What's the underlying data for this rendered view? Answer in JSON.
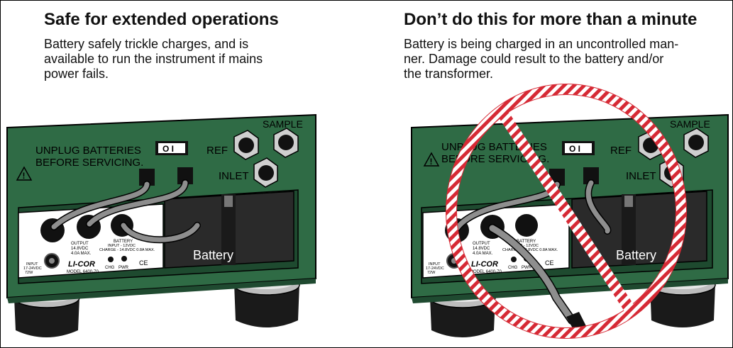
{
  "left": {
    "title": "Safe for extended operations",
    "description_lines": [
      "Battery safely trickle charges, and is",
      "available to run the instrument if mains",
      "power fails."
    ]
  },
  "right": {
    "title": "Don’t do this for more than a minute",
    "description_lines": [
      "Battery is being charged in an uncontrolled man-",
      "ner. Damage could result to the battery and/or",
      "the transformer."
    ]
  },
  "device": {
    "warning_line1": "UNPLUG BATTERIES",
    "warning_line2": "BEFORE SERVICING.",
    "switch_label": "O I",
    "ref_label": "REF",
    "sample_label": "SAMPLE",
    "inlet_label": "INLET",
    "battery_label": "Battery",
    "output_label": "OUTPUT",
    "output_spec1": "14.8VDC",
    "output_spec2": "4.0A MAX.",
    "battery_port_label": "BATTERY",
    "battery_port_spec1": "INPUT - 12VDC",
    "battery_port_spec2": "CHARGE - 14.8VDC 0.8A MAX.",
    "input_label": "INPUT",
    "input_spec1": "17-24VDC",
    "input_spec2": "72W",
    "brand": "LI-COR",
    "model": "MODEL 6400-70",
    "chg_label": "CHG",
    "pwr_label": "PWR",
    "ce_mark": "CE"
  },
  "colors": {
    "housing_green": "#2f6b45",
    "prohibition_red": "#d62a35",
    "cable_gray": "#8e8e8e"
  }
}
